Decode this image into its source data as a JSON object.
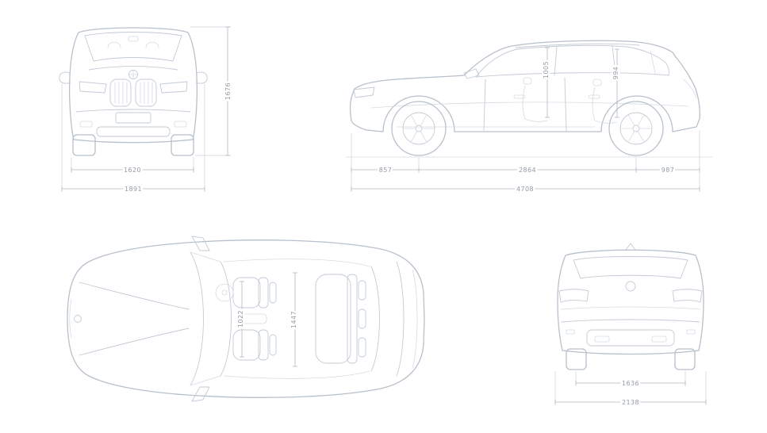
{
  "colors": {
    "background": "#ffffff",
    "car_line": "#b7c0cb",
    "car_detail_line": "#c3cbd5",
    "dimension_line": "#b0b8c3",
    "dimension_text": "#949ca6"
  },
  "views": {
    "front": {
      "name": "front-view",
      "dims": {
        "track": "1620",
        "overall_width": "1891",
        "height": "1676"
      }
    },
    "side": {
      "name": "side-view",
      "dims": {
        "front_overhang": "857",
        "wheelbase": "2864",
        "rear_overhang": "987",
        "overall_length": "4708",
        "front_interior_height": "1005",
        "rear_interior_height": "994"
      }
    },
    "top": {
      "name": "top-view",
      "dims": {
        "front_interior_width": "1022",
        "rear_interior_width": "1447"
      }
    },
    "rear": {
      "name": "rear-view",
      "dims": {
        "rear_track": "1636",
        "overall_width": "2138"
      }
    }
  }
}
